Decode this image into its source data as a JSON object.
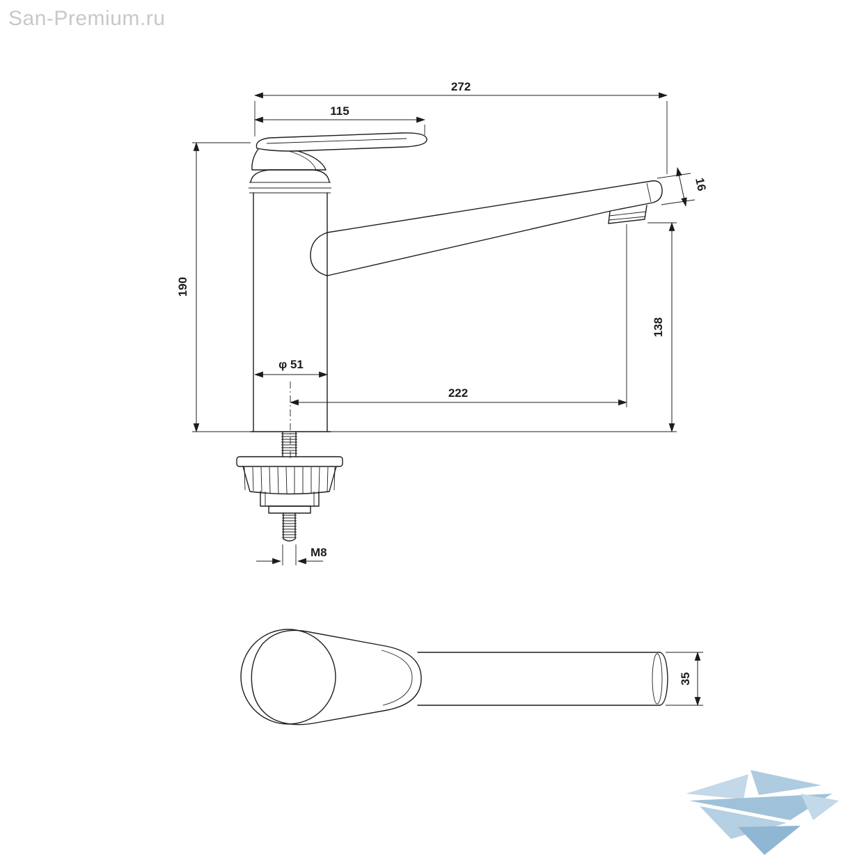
{
  "watermark": "San-Premium.ru",
  "dims": {
    "overall_width": "272",
    "handle_length": "115",
    "spout_tip_dia": "16",
    "total_height": "190",
    "body_dia": "φ 51",
    "spout_reach": "222",
    "spout_height": "138",
    "thread": "M8",
    "handle_top_width": "35"
  },
  "colors": {
    "line": "#1c1c1c",
    "watermark": "#c8c8c8",
    "logo_blue_light": "#c3d8e8",
    "logo_blue_mid": "#aecbe0",
    "logo_blue_dark": "#8fb6d3"
  }
}
